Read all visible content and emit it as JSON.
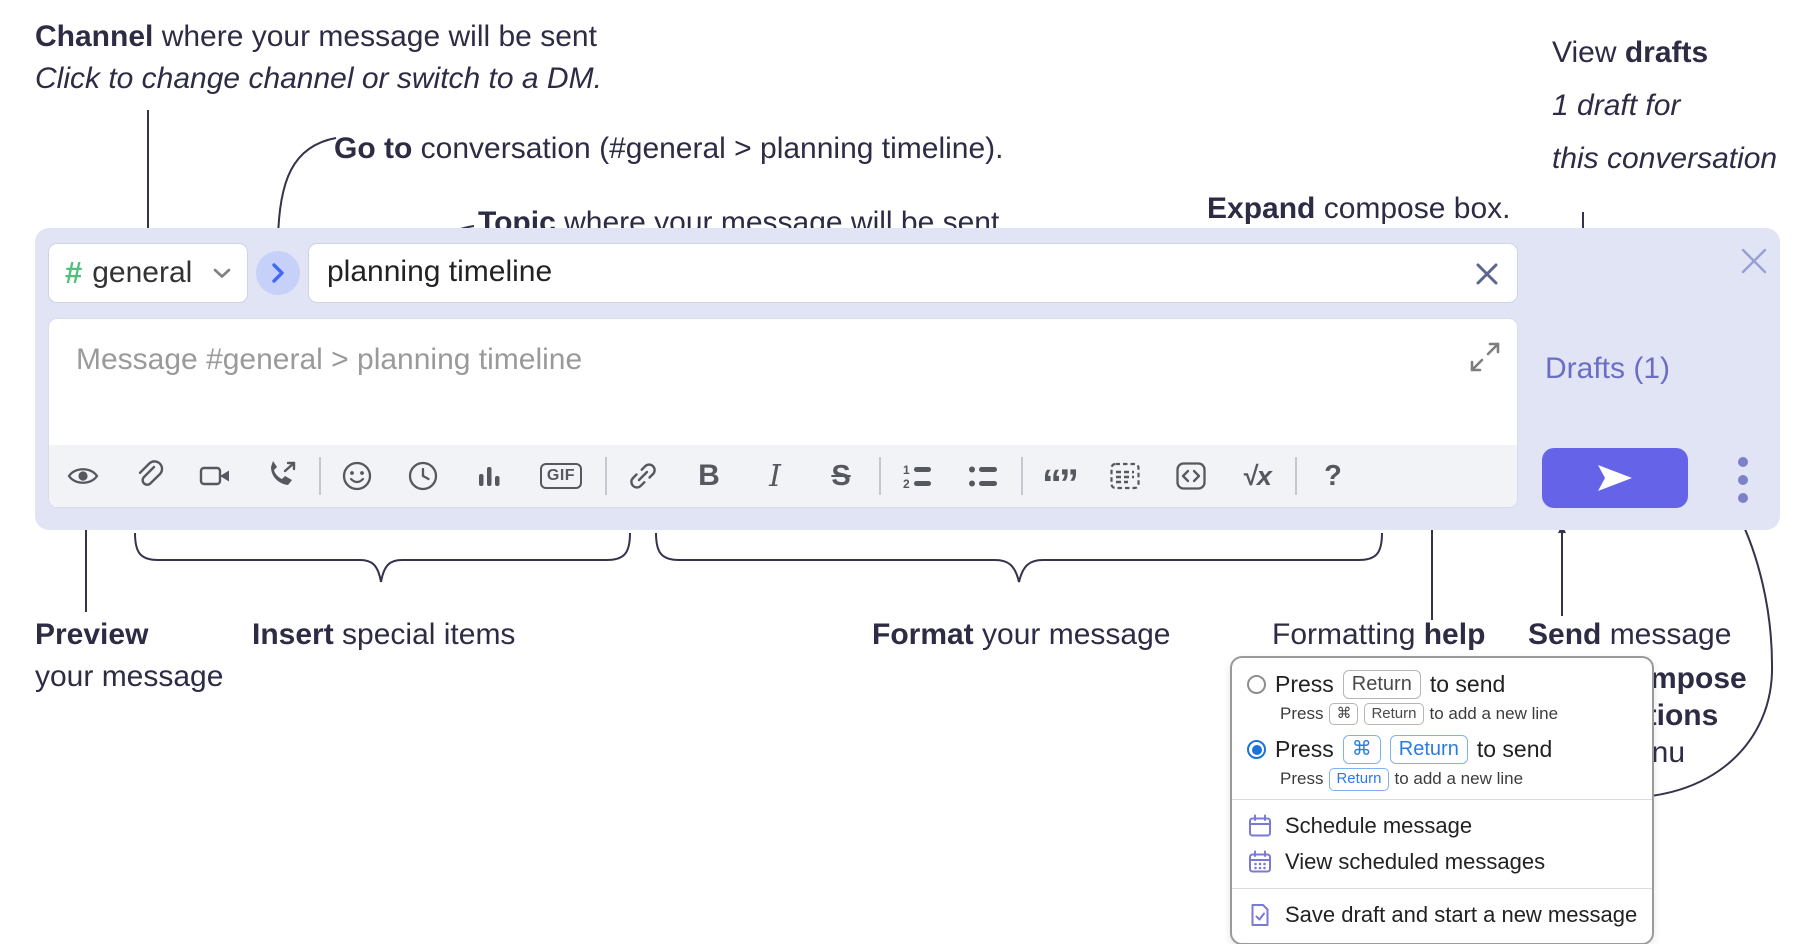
{
  "colors": {
    "compose_bg": "#e1e4f5",
    "send_button": "#6564e8",
    "drafts_link": "#6a6fc4",
    "hash_green": "#52c07d",
    "goto_blue": "#3f6af2",
    "radio_selected": "#1a73d6",
    "kbd_blue": "#2a7ce2",
    "menu_icon_purple": "#7b79d6",
    "annotation_ink": "#2d2c44"
  },
  "annotations": {
    "channel": {
      "bold": "Channel",
      "rest": " where your message will be sent",
      "line2": "Click to change channel or switch to a DM."
    },
    "goto": {
      "bold": "Go to",
      "rest": " conversation (#general > planning timeline)."
    },
    "topic": {
      "bold": "Topic",
      "rest": " where your message will be sent"
    },
    "expand": {
      "bold": "Expand",
      "rest": " compose box."
    },
    "view_drafts": {
      "pre": "View ",
      "bold": "drafts",
      "line2": "1 draft for",
      "line3": "this conversation"
    },
    "preview": {
      "bold": "Preview",
      "line2": "your message"
    },
    "insert": {
      "bold": "Insert",
      "rest": " special items"
    },
    "format": {
      "bold": "Format",
      "rest": " your message"
    },
    "formatting_help": {
      "pre": "Formatting ",
      "bold": "help"
    },
    "send": {
      "bold": "Send",
      "rest": " message"
    },
    "compose_options": {
      "line1": "Compose",
      "line2": "options",
      "line3": "menu"
    }
  },
  "compose": {
    "channel": {
      "hash": "#",
      "name": "general"
    },
    "topic_value": "planning timeline",
    "message_placeholder": "Message #general > planning timeline",
    "drafts_link": "Drafts (1)",
    "gif_label": "GIF",
    "bold_label": "B",
    "italic_label": "I",
    "strike_label": "S",
    "quote_label": "“”",
    "math_label": "√x",
    "help_label": "?"
  },
  "popup": {
    "option1": {
      "press": "Press",
      "key": "Return",
      "to_send": "to send",
      "sub_press": "Press",
      "sub_key1": "⌘",
      "sub_key2": "Return",
      "sub_rest": "to add a new line"
    },
    "option2": {
      "press": "Press",
      "key1": "⌘",
      "key2": "Return",
      "to_send": "to send",
      "sub_press": "Press",
      "sub_key": "Return",
      "sub_rest": "to add a new line"
    },
    "menu": {
      "schedule": "Schedule message",
      "view_scheduled": "View scheduled messages",
      "save_draft": "Save draft and start a new message"
    }
  }
}
